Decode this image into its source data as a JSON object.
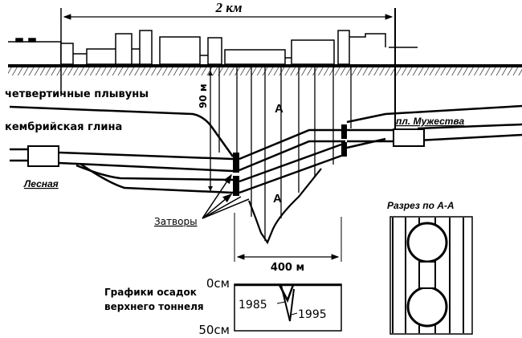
{
  "diagram": {
    "title": "Размыв тоннеля метро между станциями Лесная и пл. Мужества",
    "dimension_top": "2 км",
    "dimension_depth": "90 м",
    "dimension_bottom": "400 м",
    "layers": {
      "upper": "четвертичные плывуны",
      "lower": "кембрийская глина"
    },
    "stations": {
      "left": "Лесная",
      "right": "пл. Мужества"
    },
    "gates_label": "Затворы",
    "section_mark_top": "А",
    "section_mark_bottom": "А",
    "section_view": {
      "title": "Разрез по А-А"
    },
    "settlement_chart": {
      "title_line1": "Графики осадок",
      "title_line2": "верхнего тоннеля",
      "axis_top": "0см",
      "axis_bottom": "50см",
      "series": [
        {
          "name": "1985"
        },
        {
          "name": "1995"
        }
      ]
    }
  }
}
